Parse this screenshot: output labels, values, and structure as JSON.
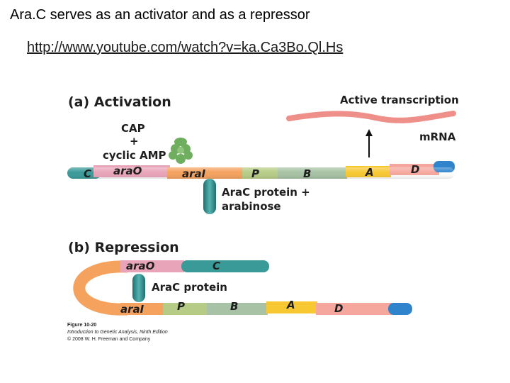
{
  "slide": {
    "title": "Ara.C serves as an activator and as a repressor",
    "link": "http://www.youtube.com/watch?v=ka.Ca3Bo.Ql.Hs"
  },
  "figure": {
    "activation": {
      "heading": "(a) Activation",
      "cap_label_1": "CAP",
      "cap_label_2": "+",
      "cap_label_3": "cyclic AMP",
      "active_transcription": "Active transcription",
      "mrna": "mRNA",
      "arac_label_1": "AraC protein +",
      "arac_label_2": "arabinose",
      "segments": [
        "C",
        "araO",
        "araI",
        "P",
        "B",
        "A",
        "D"
      ]
    },
    "repression": {
      "heading": "(b) Repression",
      "arac_label": "AraC protein",
      "segments_top": [
        "araO",
        "C"
      ],
      "segments_bottom": [
        "araI",
        "P",
        "B",
        "A",
        "D"
      ]
    },
    "caption": {
      "line1": "Figure 10-20",
      "line2": "Introduction to Genetic Analysis, Ninth Edition",
      "line3": "© 2008 W. H. Freeman and Company"
    }
  },
  "colors": {
    "teal": "#3a9a98",
    "pink": "#e8a4b8",
    "orange": "#f5a25e",
    "green": "#b6cc86",
    "sage": "#a7c2a4",
    "yellow": "#f7c832",
    "rose": "#f6a79d",
    "blue": "#2f84cc",
    "mrna": "#ef8f8a",
    "cap": "#6fae5e"
  }
}
